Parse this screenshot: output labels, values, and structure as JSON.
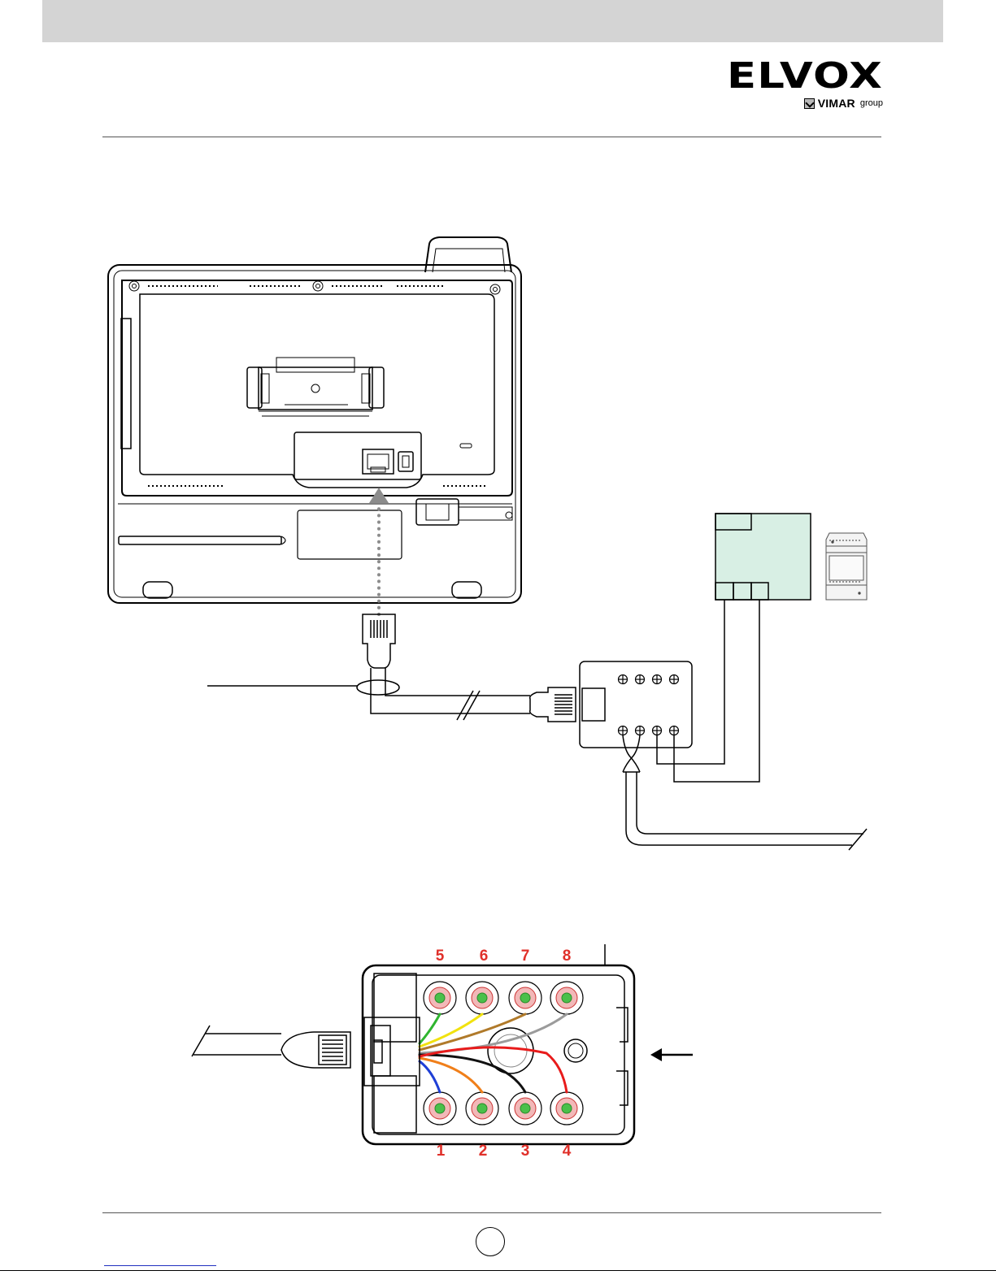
{
  "logo": {
    "brand": "ELVOX",
    "group_name": "VIMAR",
    "group_suffix": "group"
  },
  "connector_pin_labels": {
    "top": [
      "5",
      "6",
      "7",
      "8"
    ],
    "bottom": [
      "1",
      "2",
      "3",
      "4"
    ]
  },
  "colors": {
    "header_band": "#d4d4d4",
    "module_fill": "#d8efe4",
    "pin_number": "#e0302a",
    "wire_green": "#2fb52f",
    "wire_yellow": "#f1e20f",
    "wire_brown": "#b07a2a",
    "wire_gray": "#9b9b9b",
    "wire_blue": "#1f3fd6",
    "wire_orange": "#f07f1a",
    "wire_black": "#111111",
    "wire_red": "#e81b1b"
  }
}
